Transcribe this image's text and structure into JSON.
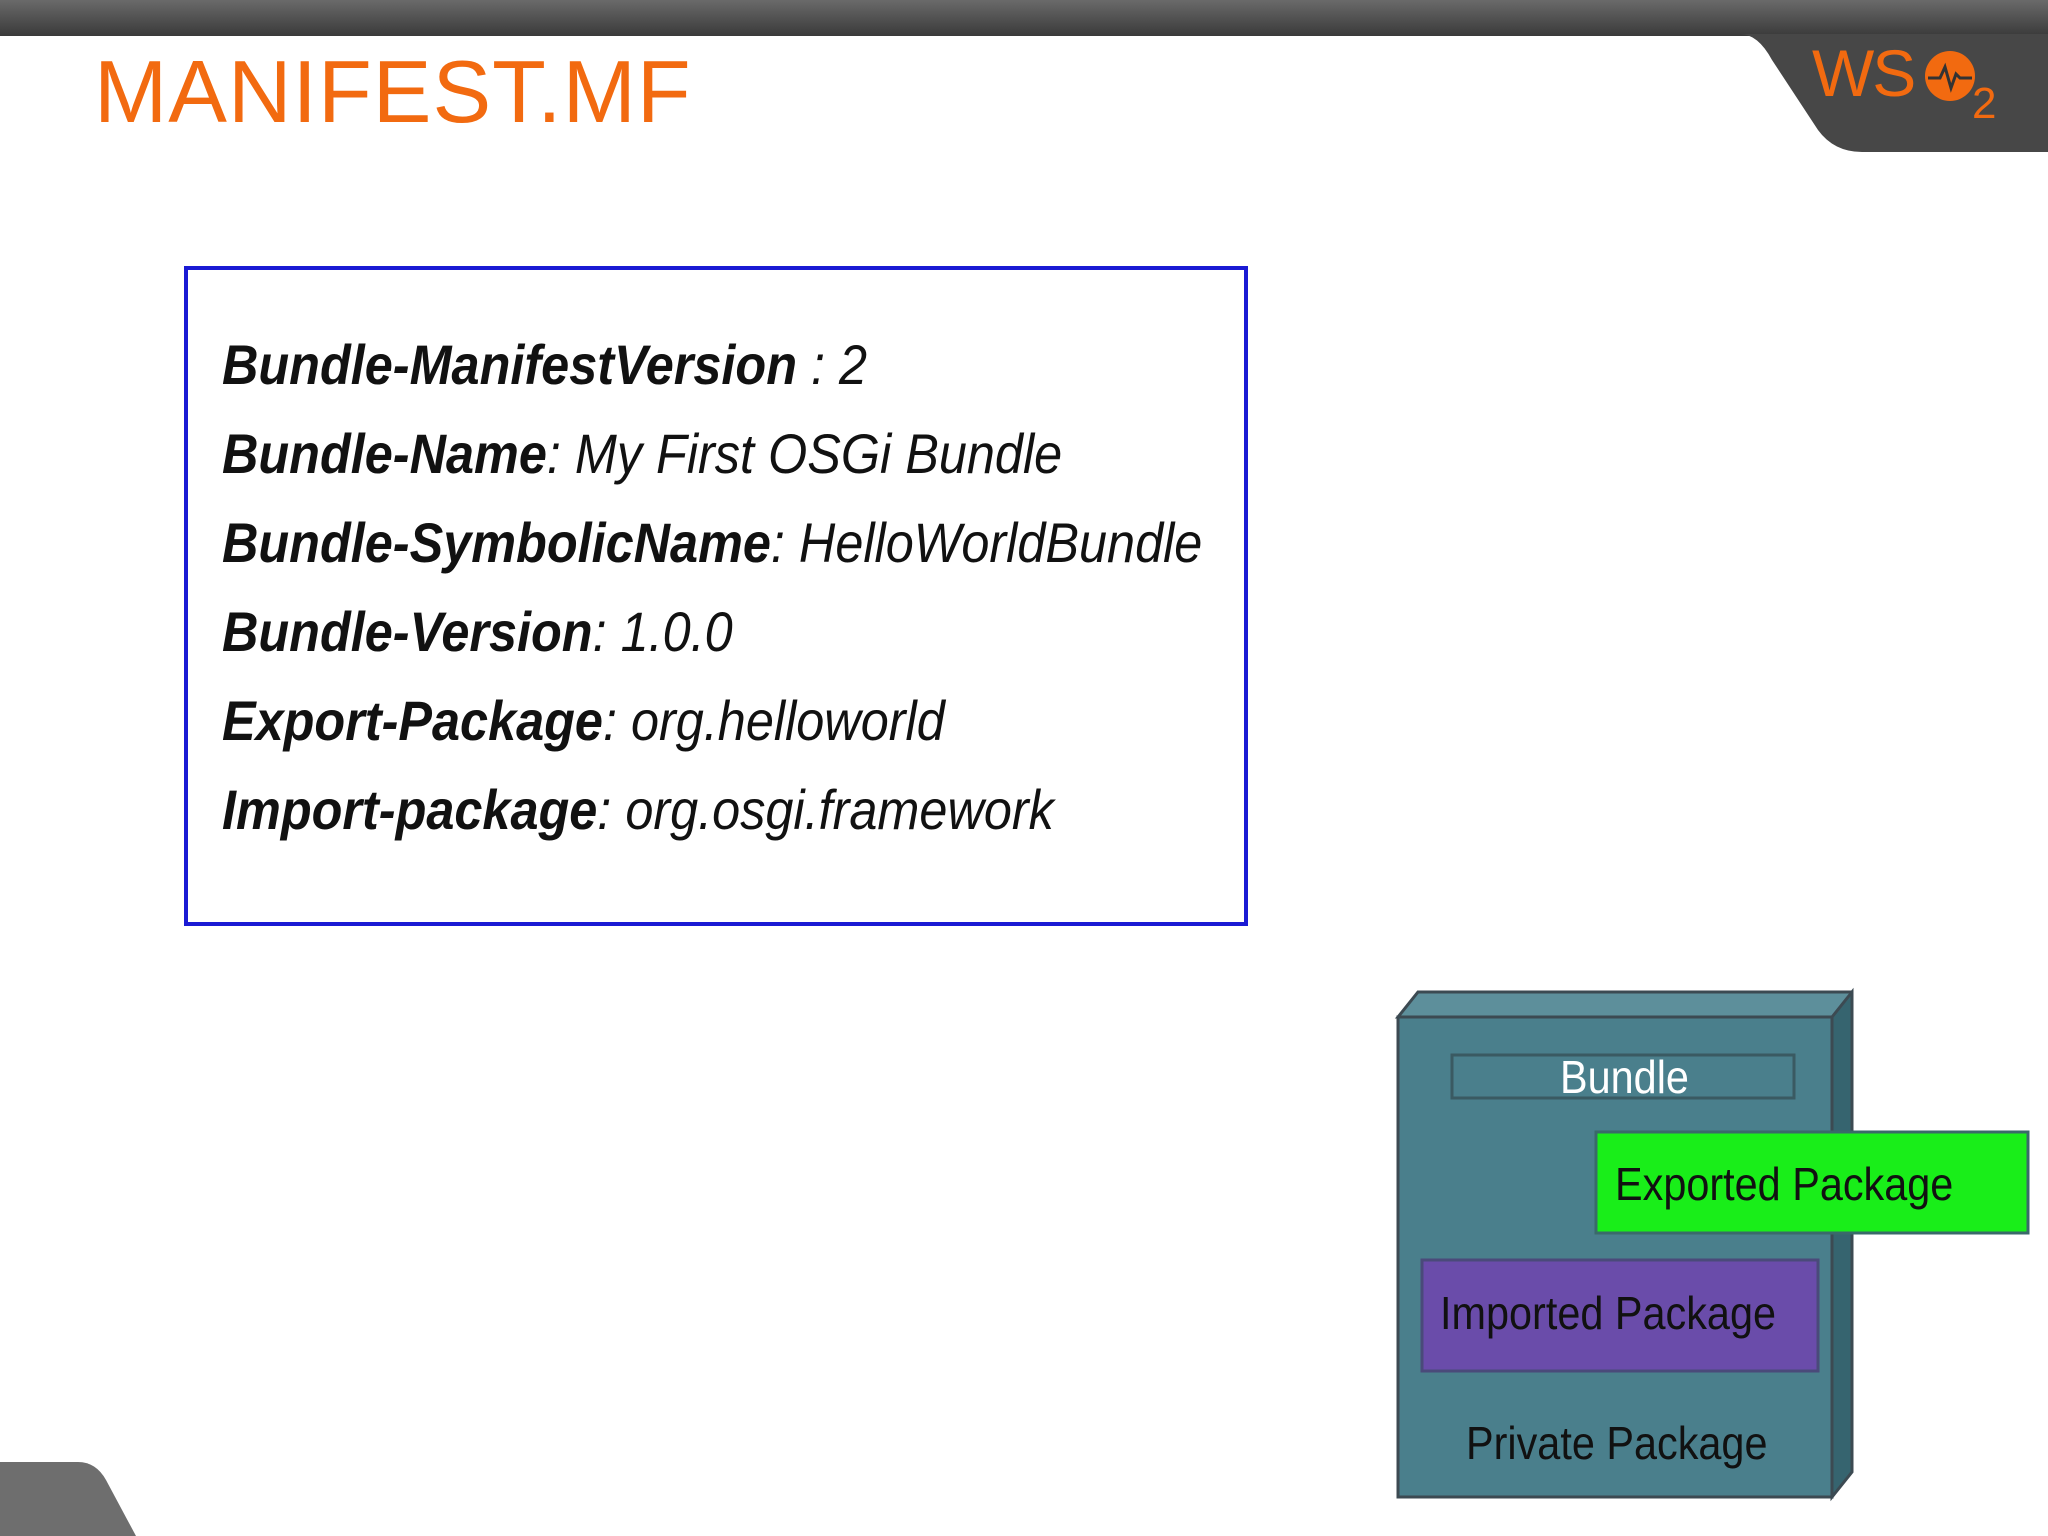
{
  "slide": {
    "title": "MANIFEST.MF"
  },
  "logo": {
    "text": "WSO2",
    "icon": "wso2-logo"
  },
  "manifest": {
    "lines": [
      {
        "key": "Bundle-ManifestVersion",
        "sep": " : ",
        "value": "2"
      },
      {
        "key": "Bundle-Name",
        "sep": ": ",
        "value": "My First OSGi Bundle"
      },
      {
        "key": "Bundle-SymbolicName",
        "sep": ": ",
        "value": "HelloWorldBundle"
      },
      {
        "key": "Bundle-Version",
        "sep": ": ",
        "value": "1.0.0"
      },
      {
        "key": "Export-Package",
        "sep": ": ",
        "value": "org.helloworld"
      },
      {
        "key": "Import-package",
        "sep": ": ",
        "value": "org.osgi.framework"
      }
    ]
  },
  "diagram": {
    "bundle_label": "Bundle",
    "exported_label": "Exported Package",
    "imported_label": "Imported Package",
    "private_label": "Private Package",
    "colors": {
      "bundle": "#4a7f8c",
      "exported": "#19ee19",
      "imported": "#6a4caa",
      "title_accent": "#f26a10",
      "box_border": "#1a1ad4"
    }
  }
}
